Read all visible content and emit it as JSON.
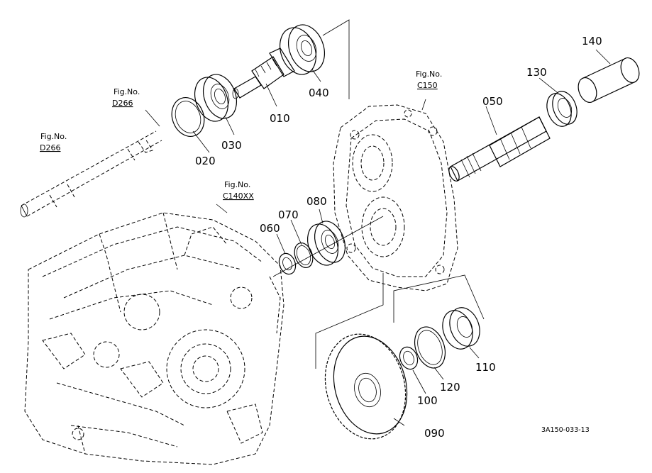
{
  "figure_refs": [
    {
      "top": "Fig.No.",
      "code": "D266"
    },
    {
      "top": "Fig.No.",
      "code": "D266"
    },
    {
      "top": "Fig.No.",
      "code": "C140XX"
    },
    {
      "top": "Fig.No.",
      "code": "C150"
    }
  ],
  "parts": [
    {
      "number": "010"
    },
    {
      "number": "020"
    },
    {
      "number": "030"
    },
    {
      "number": "040"
    },
    {
      "number": "050"
    },
    {
      "number": "060"
    },
    {
      "number": "070"
    },
    {
      "number": "080"
    },
    {
      "number": "090"
    },
    {
      "number": "100"
    },
    {
      "number": "110"
    },
    {
      "number": "120"
    },
    {
      "number": "130"
    },
    {
      "number": "140"
    }
  ],
  "drawing_code": "3A150-033-13"
}
